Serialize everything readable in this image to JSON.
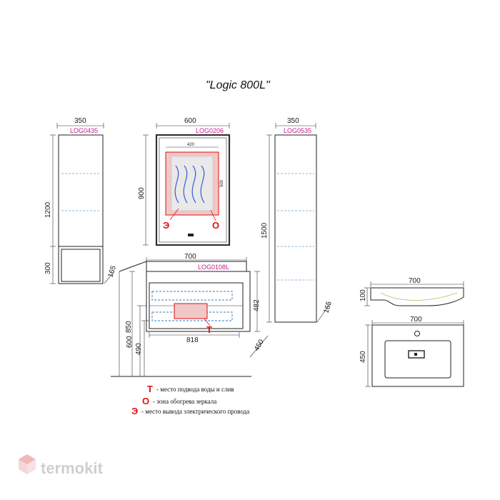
{
  "title": "\"Logic 800L\"",
  "tall_cabinet": {
    "code": "LOG0435",
    "width": "350",
    "height": "1200",
    "lower_section": "300",
    "depth": "165"
  },
  "mirror": {
    "code": "LOG0206",
    "width": "600",
    "height": "900",
    "heat_zone_width": "420",
    "heat_zone_height": "500",
    "mark_e": "Э",
    "mark_o": "О"
  },
  "column_cabinet": {
    "code": "LOG0535",
    "width": "350",
    "height": "1500",
    "depth": "165"
  },
  "vanity": {
    "code": "LOG0108L",
    "width": "700",
    "height": "482",
    "drawer_width": "818",
    "depth": "450",
    "floor_height_top": "850",
    "floor_height_mid": "600",
    "floor_height_low": "490",
    "mark_t": "Т"
  },
  "basin_side": {
    "width": "700",
    "height": "100"
  },
  "basin_top": {
    "width": "700",
    "depth": "450"
  },
  "legend": [
    {
      "mark": "Т",
      "text": "- место подвода воды и слив"
    },
    {
      "mark": "О",
      "text": "- зона обогрева зеркала"
    },
    {
      "mark": "Э",
      "text": "- место вывода электрического провода"
    }
  ],
  "brand": {
    "name": "termokit",
    "logo": "hexagon-logo-icon"
  },
  "colors": {
    "code_text": "#c21b8c",
    "marker_red": "#e01010",
    "dashed_blue": "#7aa7d6",
    "heat_fill": "#f1c7c7"
  }
}
